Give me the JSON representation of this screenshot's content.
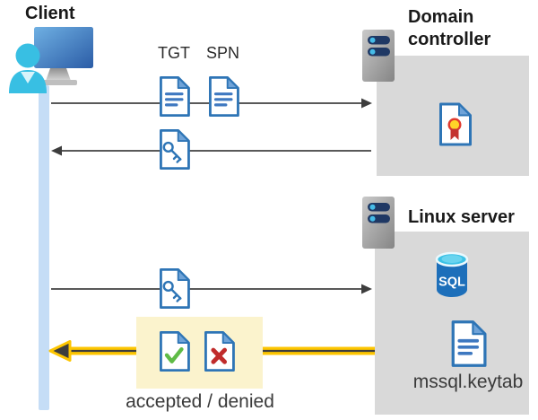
{
  "client": {
    "label": "Client"
  },
  "domain_controller": {
    "label": "Domain controller"
  },
  "linux_server": {
    "label": "Linux server",
    "sql_label": "SQL",
    "keytab_label": "mssql.keytab"
  },
  "messages": {
    "tgt_label": "TGT",
    "spn_label": "SPN",
    "result_label": "accepted / denied"
  },
  "icons": {
    "client-workstation-icon": "monitor with user silhouette",
    "server-icon": "gray server tower with two navy slots and cyan leds",
    "document-icon": "white page, blue border, folded corner, text lines",
    "key-ticket-document-icon": "document with blue key (service ticket)",
    "certificate-document-icon": "document with yellow seal and red ribbon",
    "sql-database-icon": "blue cylinder database labeled SQL",
    "accepted-check-document-icon": "document with green check mark",
    "denied-cross-document-icon": "document with red cross",
    "arrow-icon": "thin gray sequence arrows; gold highlighted return arrow"
  },
  "colors": {
    "document_blue": "#2E75B6",
    "panel_gray": "#D9D9D9",
    "gold_arrow": "#FDC500",
    "highlight_yellow": "#FBF3CD",
    "check_green": "#5FBB46",
    "cross_red": "#C02B2B",
    "person_cyan": "#38BFE3",
    "monitor_blue": "#2B5CA6",
    "lifeline_blue": "#C5DDF6",
    "server_slot_navy": "#1F3864",
    "arrow_gray": "#595959"
  }
}
